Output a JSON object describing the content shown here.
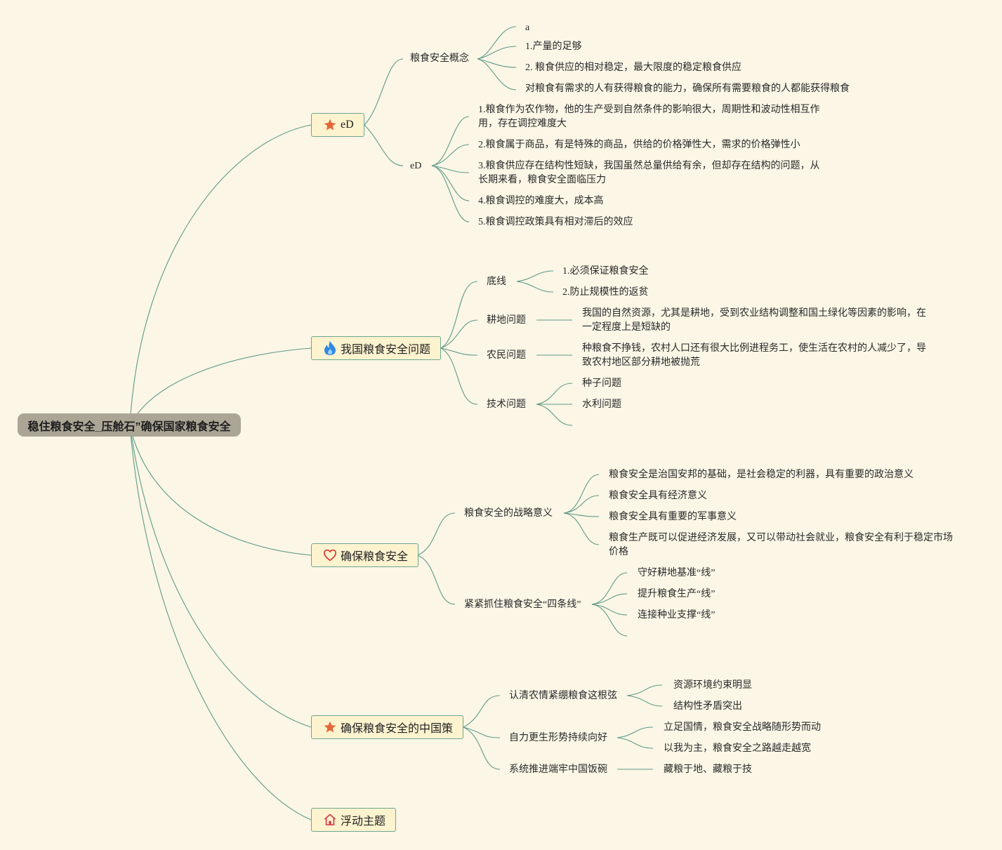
{
  "root": "稳住粮食安全_压舱石”确保国家粮食安全",
  "topics": {
    "t1": {
      "label": "eD",
      "icon": "star-icon",
      "sub1": {
        "label": "粮食安全概念",
        "leaves": [
          "a",
          "1.产量的足够",
          "2. 粮食供应的相对稳定，最大限度的稳定粮食供应",
          "对粮食有需求的人有获得粮食的能力，确保所有需要粮食的人都能获得粮食"
        ]
      },
      "sub2": {
        "label": "eD",
        "leaves": [
          "1.粮食作为农作物，他的生产受到自然条件的影响很大，周期性和波动性相互作用，存在调控难度大",
          "2.粮食属于商品，有是特殊的商品，供给的价格弹性大，需求的价格弹性小",
          "3.粮食供应存在结构性短缺，我国虽然总量供给有余，但却存在结构的问题，从长期来看，粮食安全面临压力",
          "4.粮食调控的难度大，成本高",
          "5.粮食调控政策具有相对滞后的效应"
        ]
      }
    },
    "t2": {
      "label": "我国粮食安全问题",
      "icon": "fire-icon",
      "sub1": {
        "label": "底线",
        "leaves": [
          "1.必须保证粮食安全",
          "2.防止规模性的返贫"
        ]
      },
      "sub2": {
        "label": "耕地问题",
        "leaves": [
          "我国的自然资源，尤其是耕地，受到农业结构调整和国土绿化等因素的影响，在一定程度上是短缺的"
        ]
      },
      "sub3": {
        "label": "农民问题",
        "leaves": [
          "种粮食不挣钱，农村人口还有很大比例进程务工，使生活在农村的人减少了，导致农村地区部分耕地被抛荒"
        ]
      },
      "sub4": {
        "label": "技术问题",
        "leaves": [
          "种子问题",
          "水利问题"
        ]
      }
    },
    "t3": {
      "label": "确保粮食安全",
      "icon": "heart-icon",
      "sub1": {
        "label": "粮食安全的战略意义",
        "leaves": [
          "粮食安全是治国安邦的基础，是社会稳定的利器，具有重要的政治意义",
          "粮食安全具有经济意义",
          "粮食安全具有重要的军事意义",
          "粮食生产既可以促进经济发展，又可以带动社会就业，粮食安全有利于稳定市场价格"
        ]
      },
      "sub2": {
        "label": "紧紧抓住粮食安全“四条线”",
        "leaves": [
          "守好耕地基准“线”",
          "提升粮食生产“线”",
          "连接种业支撑“线”"
        ]
      }
    },
    "t4": {
      "label": "确保粮食安全的中国策",
      "icon": "star-icon",
      "sub1": {
        "label": "认清农情紧绷粮食这根弦",
        "leaves": [
          "资源环境约束明显",
          "结构性矛盾突出"
        ]
      },
      "sub2": {
        "label": "自力更生形势持续向好",
        "leaves": [
          "立足国情，粮食安全战略随形势而动",
          "以我为主，粮食安全之路越走越宽"
        ]
      },
      "sub3": {
        "label": "系统推进端牢中国饭碗",
        "leaves": [
          "藏粮于地、藏粮于技"
        ]
      }
    },
    "t5": {
      "label": "浮动主题",
      "icon": "home-icon"
    }
  },
  "colors": {
    "background": "#fbf6e6",
    "line": "#5f9b88",
    "topic_fill": "#fdf3cf",
    "root_fill": "#aba596",
    "star": "#e4683a",
    "fire": "#2f8ae0",
    "heart": "#d9302c",
    "home": "#d63b4c"
  }
}
